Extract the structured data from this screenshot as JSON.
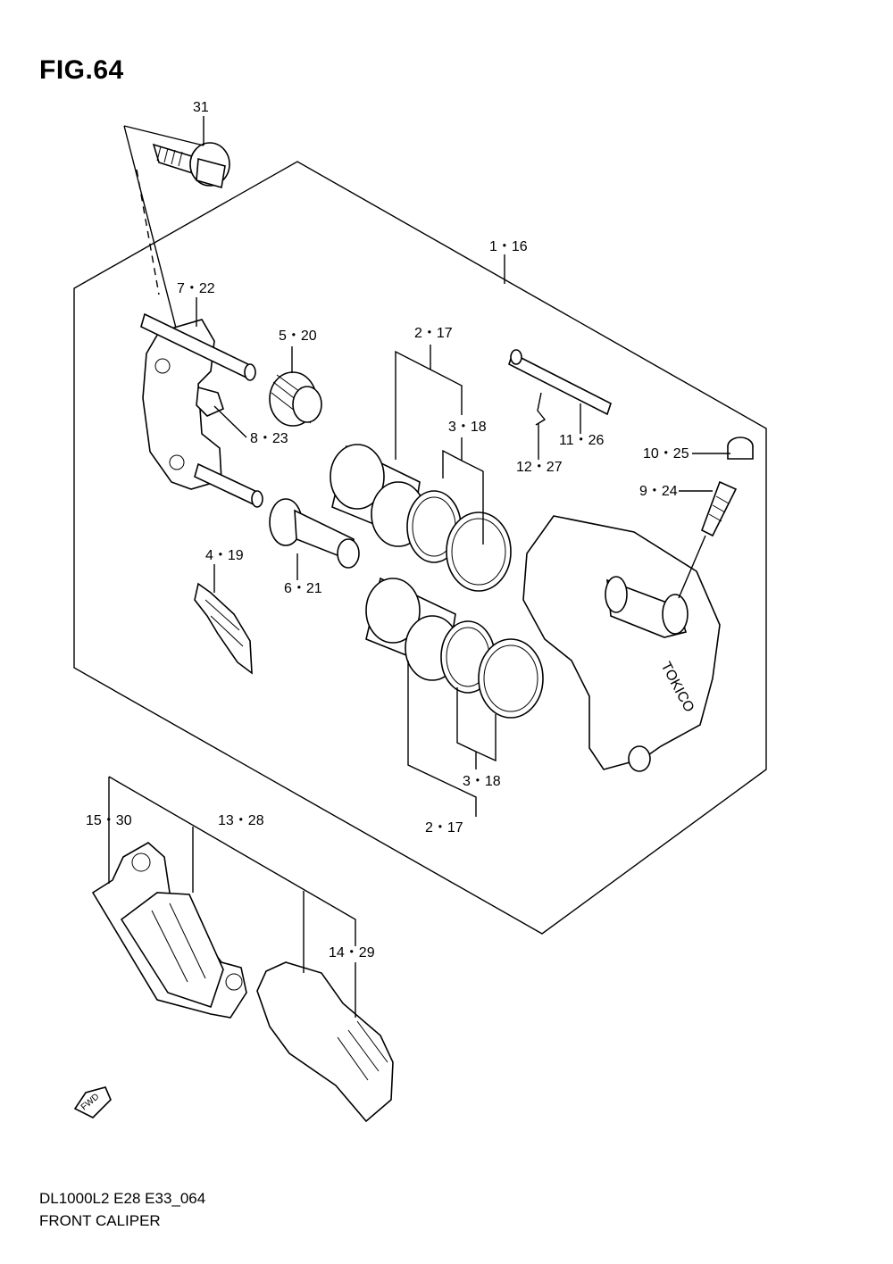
{
  "figure": {
    "title": "FIG.64",
    "model_code": "DL1000L2 E28 E33_064",
    "name": "FRONT CALIPER",
    "caliper_brand": "TOKICO",
    "fwd_label": "FWD"
  },
  "callouts": [
    {
      "id": "c31",
      "label": "31"
    },
    {
      "id": "c1-16",
      "label": "1・16"
    },
    {
      "id": "c7-22",
      "label": "7・22"
    },
    {
      "id": "c5-20",
      "label": "5・20"
    },
    {
      "id": "c2-17-top",
      "label": "2・17"
    },
    {
      "id": "c3-18-top",
      "label": "3・18"
    },
    {
      "id": "c8-23",
      "label": "8・23"
    },
    {
      "id": "c11-26",
      "label": "11・26"
    },
    {
      "id": "c12-27",
      "label": "12・27"
    },
    {
      "id": "c10-25",
      "label": "10・25"
    },
    {
      "id": "c9-24",
      "label": "9・24"
    },
    {
      "id": "c4-19",
      "label": "4・19"
    },
    {
      "id": "c6-21",
      "label": "6・21"
    },
    {
      "id": "c3-18-bot",
      "label": "3・18"
    },
    {
      "id": "c2-17-bot",
      "label": "2・17"
    },
    {
      "id": "c15-30",
      "label": "15・30"
    },
    {
      "id": "c13-28",
      "label": "13・28"
    },
    {
      "id": "c14-29",
      "label": "14・29"
    }
  ]
}
